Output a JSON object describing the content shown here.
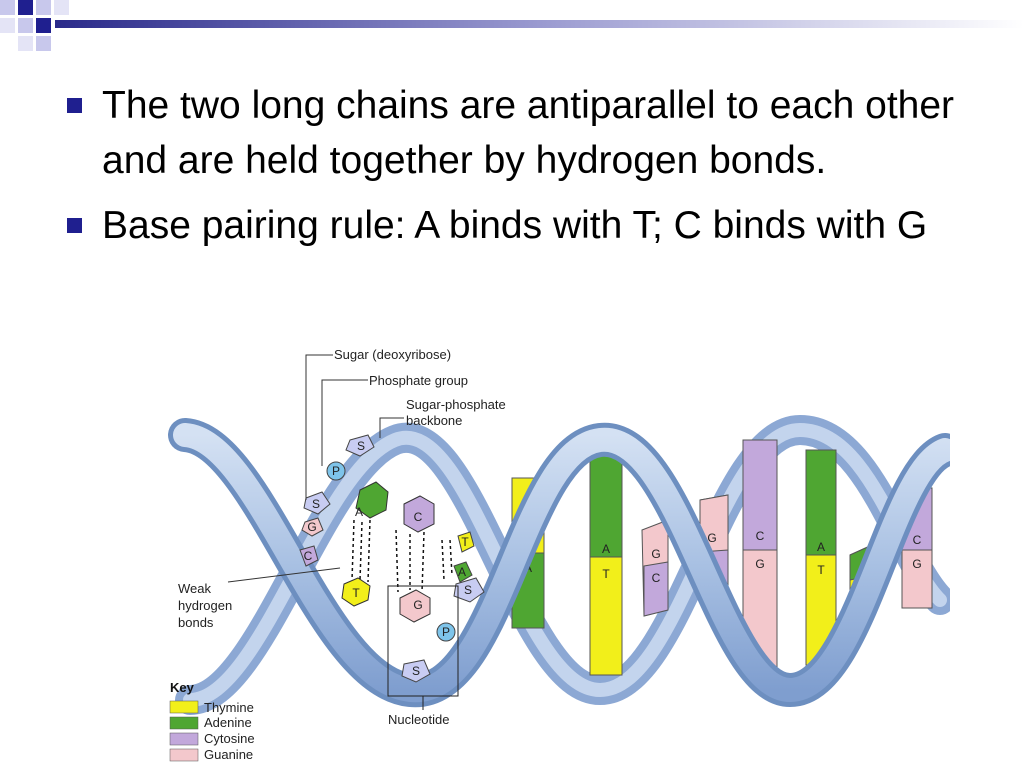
{
  "bullets": [
    "The two long chains are antiparallel to each other and are held together by hydrogen bonds.",
    "Base pairing rule: A binds with T; C binds with G"
  ],
  "colors": {
    "accent": "#1f1f8f",
    "ribbon": "#a9c1e3",
    "ribbon_edge": "#6d8fc0",
    "thymine": "#f2ef1a",
    "adenine": "#4fa632",
    "cytosine": "#c2a8db",
    "guanine": "#f3c8cc"
  },
  "diagram": {
    "labels": {
      "sugar": "Sugar (deoxyribose)",
      "phosphate": "Phosphate group",
      "backbone_1": "Sugar-phosphate",
      "backbone_2": "backbone",
      "weak_1": "Weak",
      "weak_2": "hydrogen",
      "weak_3": "bonds",
      "nucleotide": "Nucleotide"
    },
    "key": {
      "title": "Key",
      "items": [
        "Thymine",
        "Adenine",
        "Cytosine",
        "Guanine"
      ]
    },
    "symbols": {
      "sugar": "S",
      "phosphate": "P",
      "A": "A",
      "T": "T",
      "C": "C",
      "G": "G"
    }
  }
}
